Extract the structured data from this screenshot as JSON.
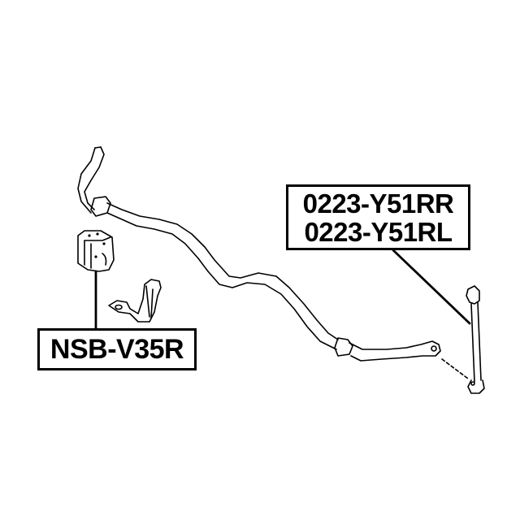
{
  "diagram": {
    "type": "auto-parts-exploded-view",
    "subject": "rear stabilizer bar assembly",
    "colors": {
      "background": "#ffffff",
      "line": "#000000"
    },
    "callouts": [
      {
        "id": "stabilizer-link",
        "part_numbers": [
          "0223-Y51RR",
          "0223-Y51RL"
        ],
        "points_to": "stabilizer link (right side)"
      },
      {
        "id": "stabilizer-bushing",
        "part_numbers": [
          "NSB-V35R"
        ],
        "points_to": "stabilizer bar bushing"
      }
    ],
    "components": [
      "stabilizer bar",
      "stabilizer bushing",
      "bushing mounting bracket",
      "stabilizer link"
    ]
  }
}
